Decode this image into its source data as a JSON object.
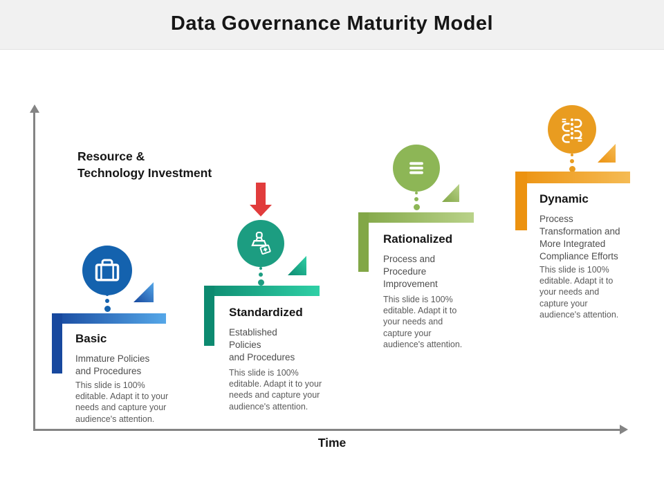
{
  "slide": {
    "title": "Data Governance Maturity Model",
    "y_axis_label": [
      "Resource &",
      "Technology Investment"
    ],
    "x_axis_label": "Time",
    "background_color": "#ffffff",
    "header_band_color": "#f1f1f1",
    "axis_color": "#848484",
    "attention_arrow_color": "#e13c3c"
  },
  "stages": [
    {
      "title": "Basic",
      "subtitle": [
        "Immature Policies",
        "and Procedures"
      ],
      "description": [
        "This slide is 100%",
        "editable. Adapt it to your",
        "needs and capture your",
        "audience's attention."
      ],
      "icon": "briefcase-icon",
      "colors": {
        "circle": "#1462ae",
        "step_gradient_start": "#17489e",
        "step_gradient_end": "#55a7e8"
      }
    },
    {
      "title": "Standardized",
      "subtitle": [
        "Established",
        "Policies",
        "and Procedures"
      ],
      "description": [
        "This slide is 100%",
        "editable. Adapt it to your",
        "needs and capture your",
        "audience's attention."
      ],
      "icon": "stamp-icon",
      "colors": {
        "circle": "#1c9d81",
        "step_gradient_start": "#0d8a70",
        "step_gradient_end": "#2fd0a6"
      }
    },
    {
      "title": "Rationalized",
      "subtitle": [
        "Process and",
        "Procedure",
        "Improvement"
      ],
      "description": [
        "This slide is 100%",
        "editable. Adapt it to",
        "your needs and",
        "capture your",
        "audience's attention."
      ],
      "icon": "menu-lines-icon",
      "colors": {
        "circle": "#8db656",
        "step_gradient_start": "#82a747",
        "step_gradient_end": "#b9d289"
      }
    },
    {
      "title": "Dynamic",
      "subtitle": [
        "Process",
        "Transformation and",
        "More Integrated",
        "Compliance Efforts"
      ],
      "description": [
        "This slide is 100%",
        "editable. Adapt it to",
        "your needs and",
        "capture your",
        "audience's attention."
      ],
      "icon": "process-flow-icon",
      "colors": {
        "circle": "#e99c20",
        "step_gradient_start": "#ec9210",
        "step_gradient_end": "#f5bb54"
      }
    }
  ]
}
